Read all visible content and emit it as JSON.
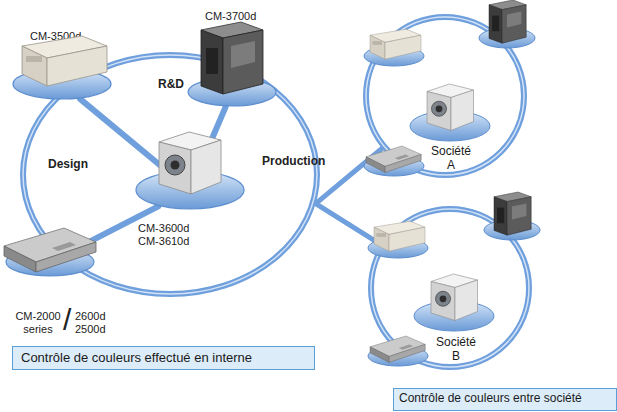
{
  "diagram": {
    "nodes": [
      {
        "text": [
          "R&D",
          "Design",
          "Production"
        ]
      },
      {
        "text": [
          "CM-3500d"
        ]
      },
      {
        "text": [
          "CM-3700d"
        ]
      },
      {
        "text": [
          "CM-3600d CM-3610d"
        ]
      },
      {
        "text": [
          "CM-2000 series",
          "/",
          "2600d 2500d"
        ]
      },
      {
        "text": [
          "Contrôle de couleurs effectué en interne"
        ]
      },
      {
        "text": [
          "Société A"
        ]
      },
      {
        "text": [
          "Société B"
        ]
      },
      {
        "text": [
          "Contrôle de couleurs entre société"
        ]
      }
    ],
    "edges": [
      {
        "from": 0,
        "to": 6,
        "arrow": "none"
      },
      {
        "from": 0,
        "to": 7,
        "arrow": "none"
      },
      {
        "from": 3,
        "to": 1,
        "arrow": "none"
      },
      {
        "from": 3,
        "to": 2,
        "arrow": "none"
      },
      {
        "from": 3,
        "to": 4,
        "arrow": "none"
      }
    ]
  }
}
